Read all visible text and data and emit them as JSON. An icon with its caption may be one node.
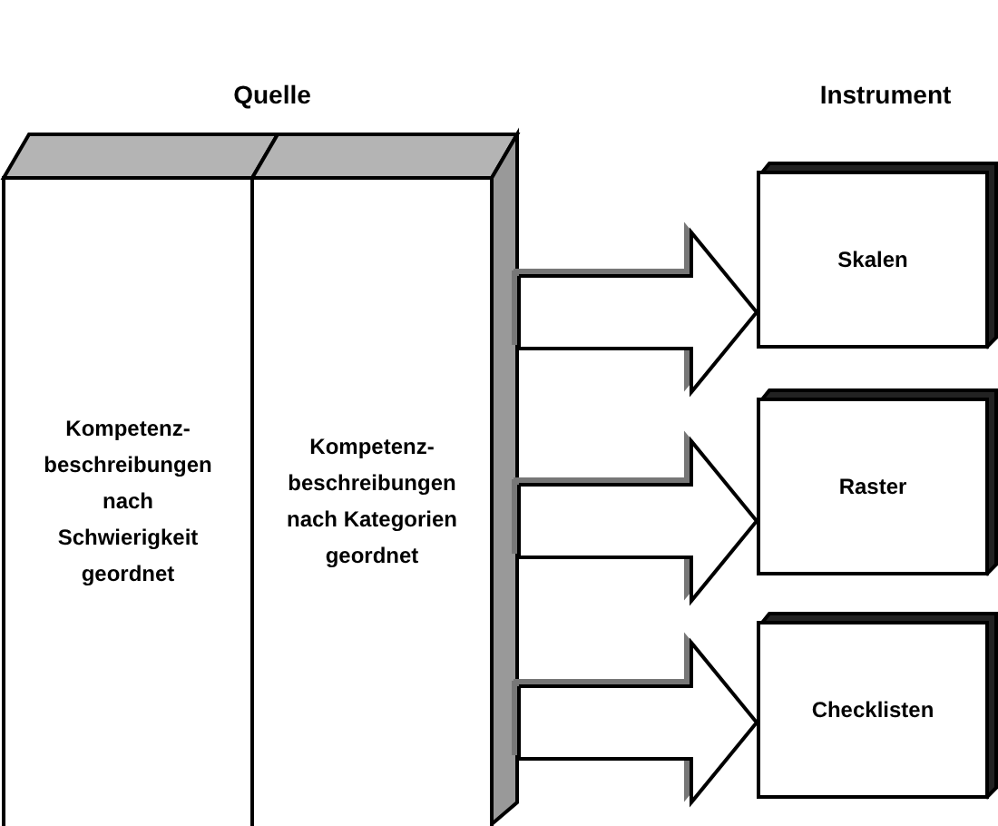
{
  "diagram": {
    "nodes": [
      {
        "text": [
          "Kompetenz- beschreibungen nach Schwierigkeit geordnet"
        ]
      },
      {
        "text": [
          "Kompetenz- beschreibungen nach Kategorien geordnet"
        ]
      },
      {
        "text": [
          "Skalen"
        ]
      },
      {
        "text": [
          "Raster"
        ]
      },
      {
        "text": [
          "Checklisten"
        ]
      }
    ],
    "edges": [
      {
        "from": 1,
        "to": 2,
        "arrow": "to"
      },
      {
        "from": 1,
        "to": 3,
        "arrow": "to"
      },
      {
        "from": 1,
        "to": 4,
        "arrow": "to"
      }
    ],
    "labels": [
      "Quelle",
      "Instrument"
    ]
  }
}
